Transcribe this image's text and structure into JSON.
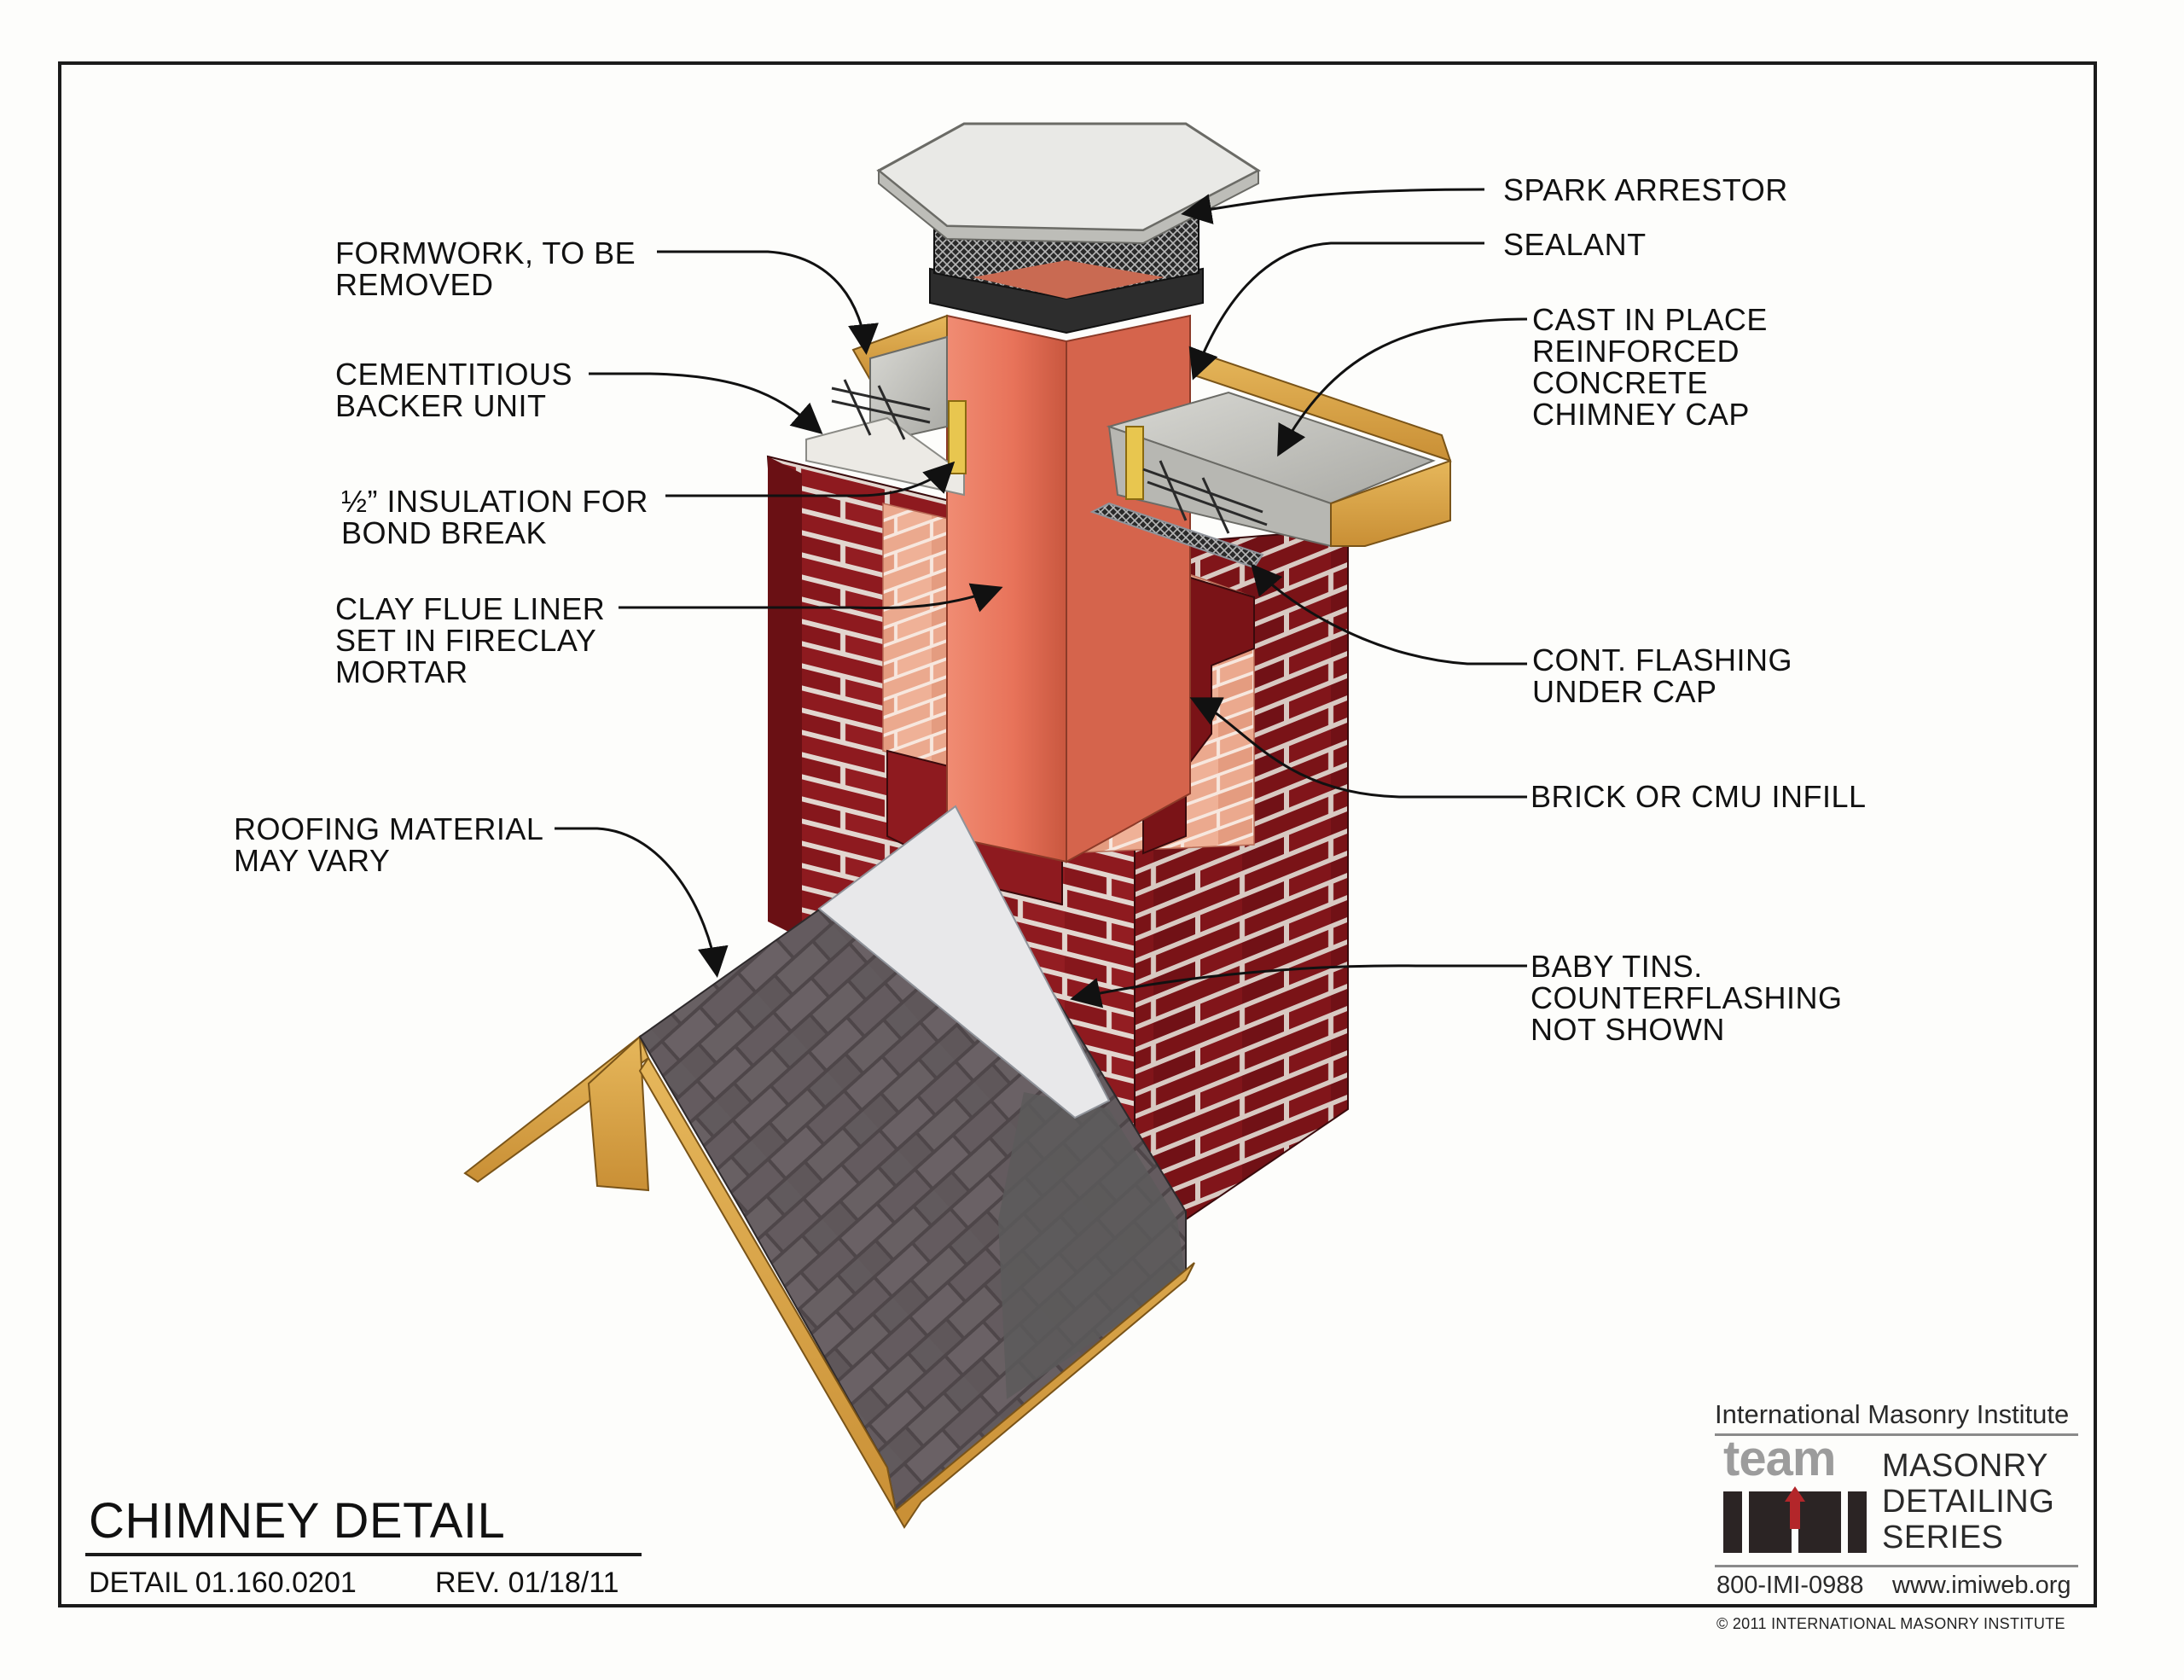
{
  "drawing": {
    "title": "CHIMNEY DETAIL",
    "detail_number": "DETAIL 01.160.0201",
    "revision": "REV. 01/18/11"
  },
  "callouts": [
    {
      "id": "spark-arrestor",
      "lines": [
        "SPARK ARRESTOR"
      ]
    },
    {
      "id": "sealant",
      "lines": [
        "SEALANT"
      ]
    },
    {
      "id": "concrete-cap",
      "lines": [
        "CAST IN PLACE",
        "REINFORCED",
        "CONCRETE",
        "CHIMNEY CAP"
      ]
    },
    {
      "id": "formwork",
      "lines": [
        "FORMWORK, TO BE",
        "REMOVED"
      ]
    },
    {
      "id": "backer-unit",
      "lines": [
        "CEMENTITIOUS",
        "BACKER UNIT"
      ]
    },
    {
      "id": "insulation",
      "lines": [
        "½” INSULATION FOR",
        "BOND BREAK"
      ]
    },
    {
      "id": "flue-liner",
      "lines": [
        "CLAY FLUE LINER",
        "SET IN FIRECLAY",
        "MORTAR"
      ]
    },
    {
      "id": "flashing",
      "lines": [
        "CONT. FLASHING",
        "UNDER CAP"
      ]
    },
    {
      "id": "infill",
      "lines": [
        "BRICK OR CMU INFILL"
      ]
    },
    {
      "id": "roofing",
      "lines": [
        "ROOFING MATERIAL",
        "MAY VARY"
      ]
    },
    {
      "id": "baby-tins",
      "lines": [
        "BABY TINS.",
        "COUNTERFLASHING",
        "NOT SHOWN"
      ]
    }
  ],
  "brand": {
    "organization": "International Masonry Institute",
    "logo_word": "team",
    "series_lines": [
      "MASONRY",
      "DETAILING",
      "SERIES"
    ],
    "phone": "800-IMI-0988",
    "website": "www.imiweb.org",
    "copyright": "© 2011 INTERNATIONAL MASONRY INSTITUTE"
  },
  "colors": {
    "brick": "#8e1a1f",
    "brick_dark": "#6a1014",
    "mortar": "#e6dcd6",
    "flue_liner": "#e8735a",
    "infill_brick": "#eba98e",
    "concrete": "#c9c9c4",
    "wood": "#d9a64a",
    "shingle": "#5e5558",
    "spark_arrestor_cap": "#e9e9e6",
    "flashing": "#c3c6cc"
  }
}
